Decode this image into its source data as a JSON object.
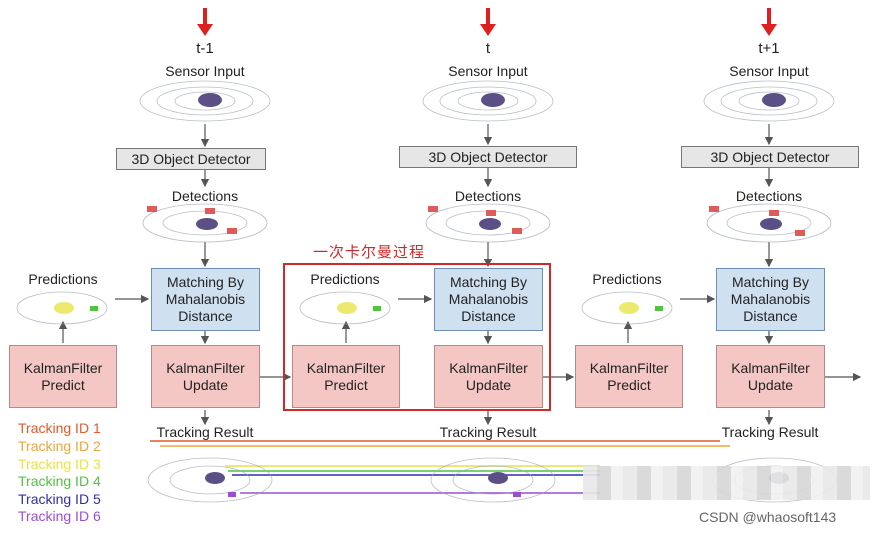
{
  "columns": [
    {
      "time": "t-1",
      "sensor": "Sensor Input",
      "detector": "3D Object Detector",
      "detections": "Detections",
      "matching": "Matching By\nMahalanobis\nDistance",
      "update": "KalmanFilter\nUpdate",
      "result": "Tracking Result"
    },
    {
      "time": "t",
      "sensor": "Sensor Input",
      "detector": "3D Object Detector",
      "detections": "Detections",
      "matching": "Matching By\nMahalanobis\nDistance",
      "update": "KalmanFilter\nUpdate",
      "result": "Tracking Result"
    },
    {
      "time": "t+1",
      "sensor": "Sensor Input",
      "detector": "3D Object Detector",
      "detections": "Detections",
      "matching": "Matching By\nMahalanobis\nDistance",
      "update": "KalmanFilter\nUpdate",
      "result": "Tracking Result"
    }
  ],
  "predict_blocks": [
    {
      "predictions": "Predictions",
      "predict": "KalmanFilter\nPredict"
    },
    {
      "predictions": "Predictions",
      "predict": "KalmanFilter\nPredict"
    },
    {
      "predictions": "Predictions",
      "predict": "KalmanFilter\nPredict"
    }
  ],
  "annotation": {
    "text": "一次卡尔曼过程",
    "color": "#d3282a"
  },
  "legend": [
    {
      "label": "Tracking ID 1",
      "color": "#e05a2a"
    },
    {
      "label": "Tracking ID 2",
      "color": "#f0a43a"
    },
    {
      "label": "Tracking ID 3",
      "color": "#e8e24a"
    },
    {
      "label": "Tracking ID 4",
      "color": "#4fc43f"
    },
    {
      "label": "Tracking ID 5",
      "color": "#2f2fb3"
    },
    {
      "label": "Tracking ID 6",
      "color": "#9b4fd0"
    }
  ],
  "watermark": "CSDN @whaosoft143",
  "colors": {
    "arrow_red": "#e02020",
    "box_blue": "#cfe0f1",
    "box_pink": "#f4c7c5",
    "box_grey": "#e6e6e6"
  }
}
